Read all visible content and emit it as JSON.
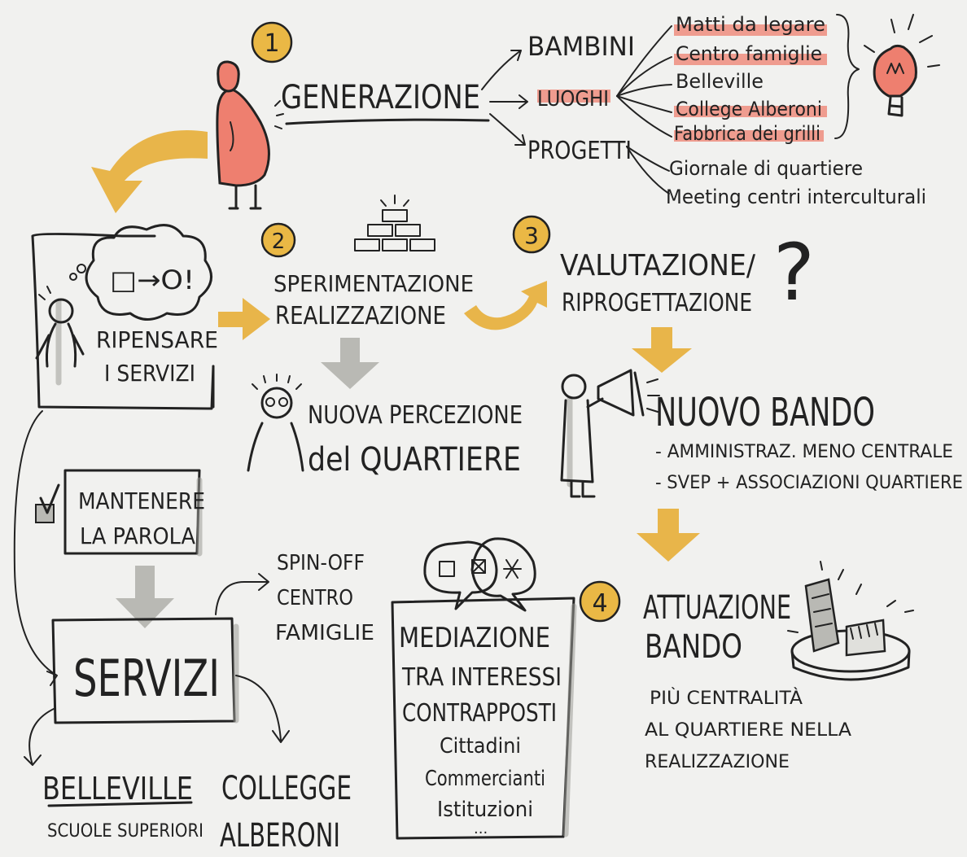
{
  "steps": {
    "s1": "1",
    "s2": "2",
    "s3": "3",
    "s4": "4"
  },
  "generazione": {
    "title": "GENERAZIONE",
    "branches": [
      "BAMBINI",
      "LUOGHI",
      "PROGETTI"
    ],
    "luoghi_list": [
      "Matti da legare",
      "Centro famiglie",
      "Belleville",
      "College Alberoni",
      "Fabbrica dei grilli"
    ],
    "progetti_list": [
      "Giornale di quartiere",
      "Meeting centri interculturali"
    ]
  },
  "ripensare": {
    "bubble": "□→O!",
    "line1": "RIPENSARE",
    "line2": "I SERVIZI"
  },
  "sperimentazione": {
    "line1": "SPERIMENTAZIONE",
    "line2": "REALIZZAZIONE"
  },
  "percezione": {
    "line1": "NUOVA PERCEZIONE",
    "line2": "del QUARTIERE"
  },
  "valutazione": {
    "line1": "VALUTAZIONE/",
    "line2": "RIPROGETTAZIONE",
    "symbol": "?"
  },
  "bando": {
    "title": "NUOVO BANDO",
    "bullet1": "- AMMINISTRAZ. MENO CENTRALE",
    "bullet2": "- SVEP + ASSOCIAZIONI QUARTIERE"
  },
  "mantenere": {
    "line1": "MANTENERE",
    "line2": "LA PAROLA"
  },
  "servizi": {
    "title": "SERVIZI",
    "spinoff": [
      "SPIN-OFF",
      "CENTRO",
      "FAMIGLIE"
    ],
    "belleville": "BELLEVILLE",
    "belleville_sub": "SCUOLE SUPERIORI",
    "college": [
      "COLLEGGE",
      "ALBERONI"
    ]
  },
  "mediazione": {
    "icons": "□ ⊠ *",
    "lines": [
      "MEDIAZIONE",
      "TRA INTERESSI",
      "CONTRAPPOSTI"
    ],
    "stakeholders": [
      "Cittadini",
      "Commercianti",
      "Istituzioni",
      "..."
    ]
  },
  "attuazione": {
    "line1": "ATTUAZIONE",
    "line2": "BANDO",
    "desc": [
      "PIÙ CENTRALITÀ",
      "AL QUARTIERE NELLA",
      "REALIZZAZIONE"
    ]
  },
  "colors": {
    "paper": "#f1f1ef",
    "ink": "#222222",
    "accent_yellow": "#e8b54a",
    "highlight_red": "#ee7f6f",
    "shadow_grey": "#b9b9b4"
  }
}
